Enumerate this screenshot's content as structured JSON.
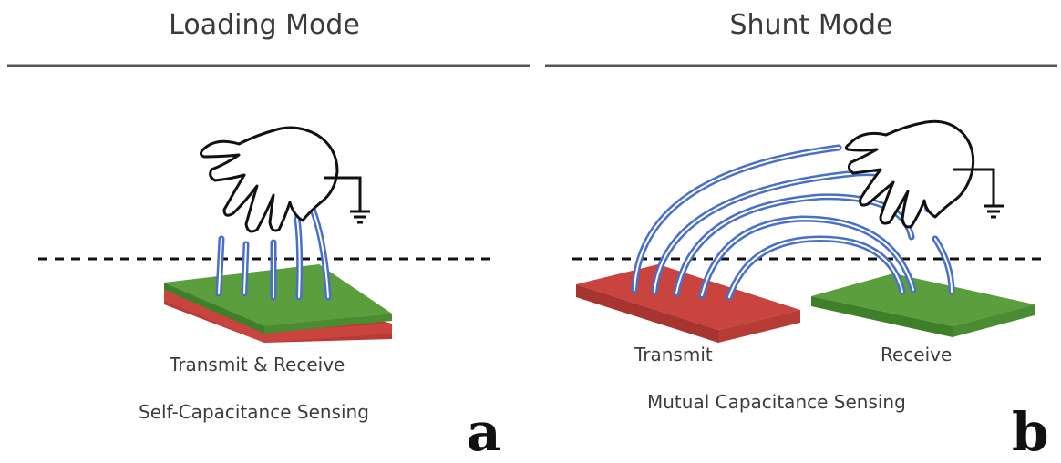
{
  "panels": [
    {
      "title": "Loading Mode",
      "labels": [
        "Transmit & Receive"
      ],
      "caption": "Self-Capacitance Sensing",
      "letter": "a"
    },
    {
      "title": "Shunt Mode",
      "labels": [
        "Transmit",
        "Receive"
      ],
      "caption": "Mutual Capacitance Sensing",
      "letter": "b"
    }
  ],
  "colors": {
    "field_lines": "#4a6fc9",
    "receive_electrode": "#5a9e3e",
    "transmit_electrode": "#c9443e",
    "ground_symbol": "#111111"
  },
  "icons": [
    "hand-outline-icon",
    "ground-symbol-icon"
  ]
}
